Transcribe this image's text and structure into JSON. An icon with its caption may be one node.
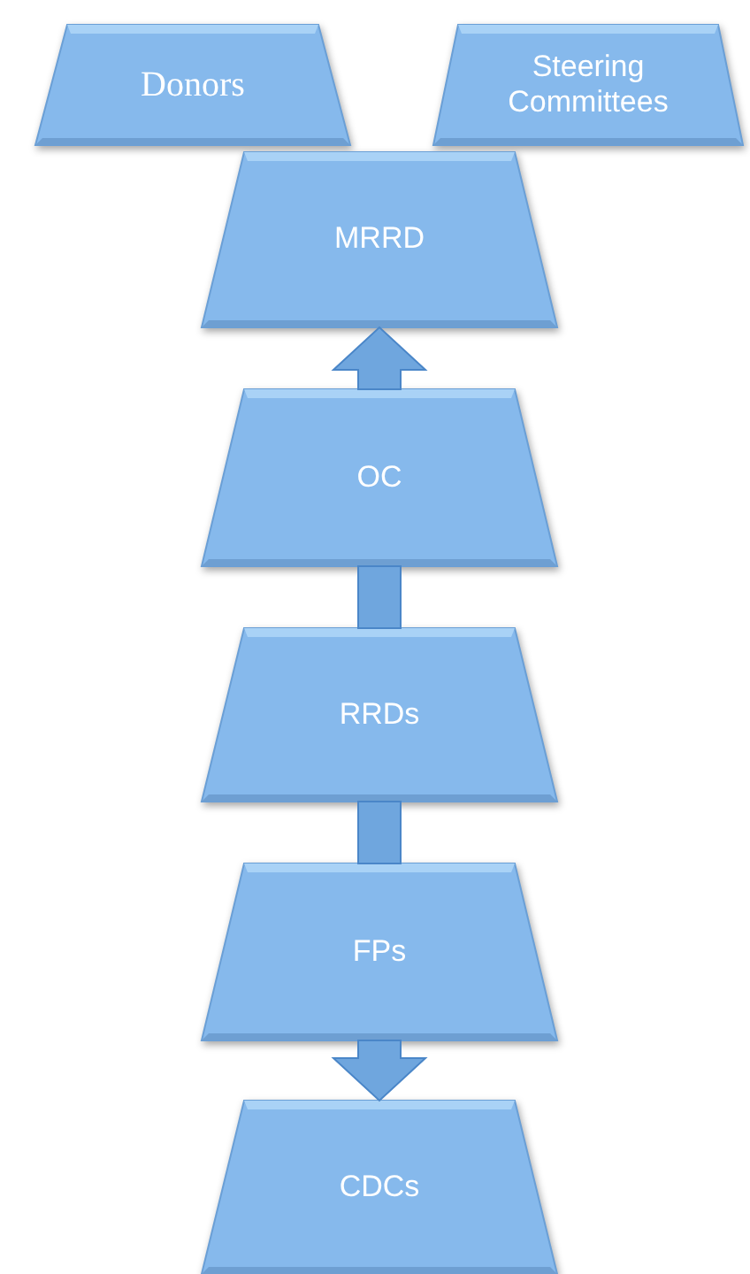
{
  "diagram": {
    "nodes": [
      {
        "text": [
          "Donors"
        ]
      },
      {
        "text": [
          "Steering Committees"
        ]
      },
      {
        "text": [
          "MRRD"
        ]
      },
      {
        "text": [
          "OC"
        ]
      },
      {
        "text": [
          "RRDs"
        ]
      },
      {
        "text": [
          "FPs"
        ]
      },
      {
        "text": [
          "CDCs"
        ]
      }
    ],
    "edges": [
      {
        "from": 3,
        "to": 2,
        "arrow": "to"
      },
      {
        "from": 3,
        "to": 4,
        "arrow": "none"
      },
      {
        "from": 4,
        "to": 5,
        "arrow": "none"
      },
      {
        "from": 5,
        "to": 6,
        "arrow": "to"
      }
    ]
  }
}
